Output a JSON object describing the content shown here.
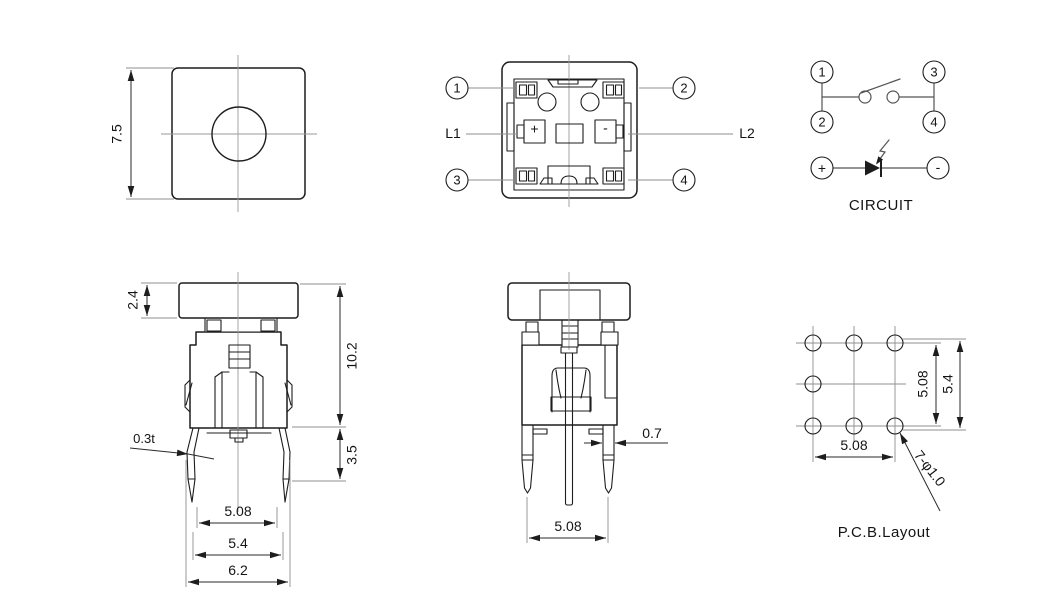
{
  "top_view": {
    "height_dim": "7.5"
  },
  "terminal_view": {
    "callout_1": "1",
    "callout_2": "2",
    "callout_3": "3",
    "callout_4": "4",
    "label_l1": "L1",
    "label_l2": "L2",
    "polarity_plus": "+",
    "polarity_minus": "-"
  },
  "circuit": {
    "terminal_1": "1",
    "terminal_2": "2",
    "terminal_3": "3",
    "terminal_4": "4",
    "anode": "+",
    "cathode": "-",
    "title": "CIRCUIT"
  },
  "front_view": {
    "cap_height": "2.4",
    "total_height": "10.2",
    "lead_length": "3.5",
    "lead_thickness": "0.3t",
    "pin_pitch": "5.08",
    "base_width": "5.4",
    "flange_width": "6.2"
  },
  "side_view": {
    "lead_width": "0.7",
    "pin_pitch": "5.08"
  },
  "pcb_layout": {
    "pitch_h": "5.08",
    "pitch_v": "5.08",
    "span_v": "5.4",
    "holes_note": "7-φ1.0",
    "title": "P.C.B.Layout"
  }
}
